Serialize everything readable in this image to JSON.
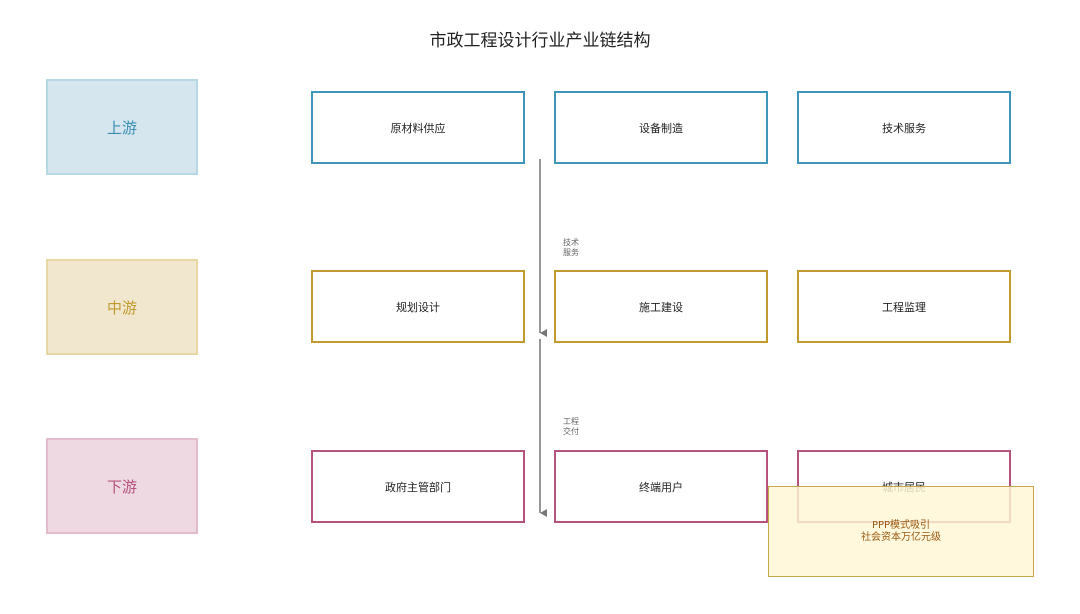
{
  "title": "市政工程设计行业产业链结构",
  "tiers": {
    "upstream": "上游",
    "midstream": "中游",
    "downstream": "下游"
  },
  "upstream_nodes": [
    "原材料供应",
    "设备制造",
    "技术服务"
  ],
  "midstream_nodes": [
    "规划设计",
    "施工建设",
    "工程监理"
  ],
  "downstream_nodes": [
    "政府主管部门",
    "终端用户",
    "城市居民"
  ],
  "flow_labels": {
    "upstream_to_midstream": [
      "技术",
      "服务"
    ],
    "midstream_to_downstream": [
      "工程",
      "交付"
    ]
  },
  "note": {
    "line1": "PPP模式吸引",
    "line2": "社会资本万亿元级"
  },
  "colors": {
    "upstream": "#3e97b8",
    "midstream": "#c19a2e",
    "downstream": "#b5527d",
    "note_fill": "#fff6d6"
  }
}
